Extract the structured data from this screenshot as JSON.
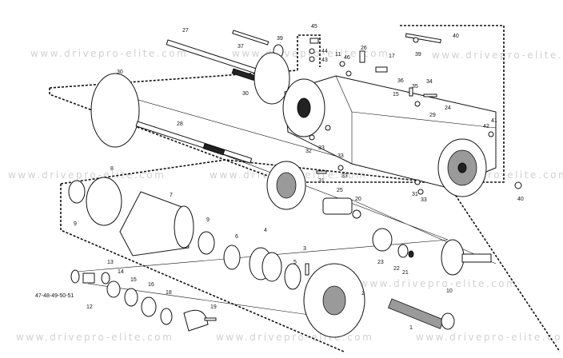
{
  "watermark": {
    "text": "www.drivepro-elite.com",
    "instances": 10
  },
  "callouts": [
    {
      "id": "c27",
      "label": "27"
    },
    {
      "id": "c37",
      "label": "37"
    },
    {
      "id": "c39a",
      "label": "39"
    },
    {
      "id": "c45",
      "label": "45"
    },
    {
      "id": "c44",
      "label": "44"
    },
    {
      "id": "c43",
      "label": "43"
    },
    {
      "id": "c11",
      "label": "11"
    },
    {
      "id": "c46",
      "label": "46"
    },
    {
      "id": "c26",
      "label": "26"
    },
    {
      "id": "c17",
      "label": "17"
    },
    {
      "id": "c40a",
      "label": "40"
    },
    {
      "id": "c39b",
      "label": "39"
    },
    {
      "id": "c36",
      "label": "36"
    },
    {
      "id": "c35",
      "label": "35"
    },
    {
      "id": "c34",
      "label": "34"
    },
    {
      "id": "c15a",
      "label": "15"
    },
    {
      "id": "c24",
      "label": "24"
    },
    {
      "id": "c29",
      "label": "29"
    },
    {
      "id": "c41",
      "label": "41"
    },
    {
      "id": "c42",
      "label": "42"
    },
    {
      "id": "c30a",
      "label": "30"
    },
    {
      "id": "c30b",
      "label": "30"
    },
    {
      "id": "c28",
      "label": "28"
    },
    {
      "id": "c32",
      "label": "32"
    },
    {
      "id": "c33a",
      "label": "33"
    },
    {
      "id": "c33b",
      "label": "33"
    },
    {
      "id": "c33c",
      "label": "33"
    },
    {
      "id": "c31a",
      "label": "31"
    },
    {
      "id": "c31b",
      "label": "31"
    },
    {
      "id": "c33d",
      "label": "33"
    },
    {
      "id": "c40b",
      "label": "40"
    },
    {
      "id": "c8",
      "label": "8"
    },
    {
      "id": "c7",
      "label": "7"
    },
    {
      "id": "c9a",
      "label": "9"
    },
    {
      "id": "c9b",
      "label": "9"
    },
    {
      "id": "c25",
      "label": "25"
    },
    {
      "id": "c20",
      "label": "20"
    },
    {
      "id": "c6",
      "label": "6"
    },
    {
      "id": "c4",
      "label": "4"
    },
    {
      "id": "c3",
      "label": "3"
    },
    {
      "id": "c5",
      "label": "5"
    },
    {
      "id": "c23",
      "label": "23"
    },
    {
      "id": "c22",
      "label": "22"
    },
    {
      "id": "c21",
      "label": "21"
    },
    {
      "id": "c10",
      "label": "10"
    },
    {
      "id": "c13",
      "label": "13"
    },
    {
      "id": "c14",
      "label": "14"
    },
    {
      "id": "c15b",
      "label": "15"
    },
    {
      "id": "c16",
      "label": "16"
    },
    {
      "id": "c18",
      "label": "18"
    },
    {
      "id": "c19",
      "label": "19"
    },
    {
      "id": "c12",
      "label": "12"
    },
    {
      "id": "c2",
      "label": "2"
    },
    {
      "id": "c1",
      "label": "1"
    },
    {
      "id": "c47",
      "label": "47-48-49-50-51"
    }
  ]
}
